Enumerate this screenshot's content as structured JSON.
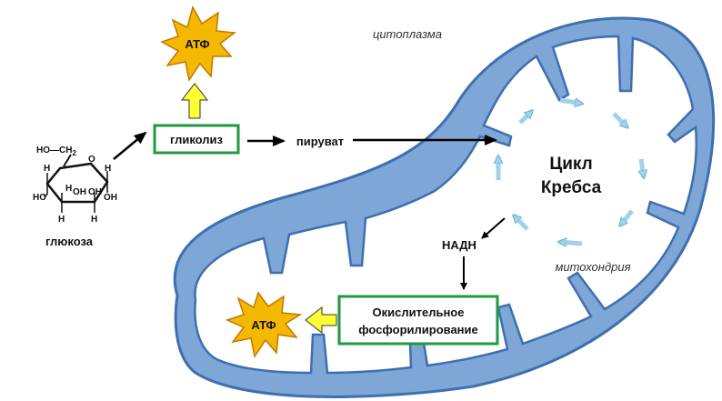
{
  "labels": {
    "cytoplasm": "цитоплазма",
    "mitochondrion": "митохондрия",
    "glucose": "глюкоза",
    "glycolysis": "гликолиз",
    "pyruvate": "пируват",
    "krebs_line1": "Цикл",
    "krebs_line2": "Кребса",
    "nadh": "НАДН",
    "oxidative_line1": "Окислительное",
    "oxidative_line2": "фосфорилирование",
    "atp_top": "АТФ",
    "atp_bottom": "АТФ"
  },
  "glucose_structure": {
    "ch2_group": "HO—CH",
    "ch2_subscript": "2",
    "ring_oxygen": "O",
    "hydrogens": [
      "H",
      "H",
      "H",
      "H",
      "H"
    ],
    "hydroxyls": [
      "HO",
      "OH",
      "OH",
      "OH"
    ]
  },
  "colors": {
    "mitochondrion_fill": "#7ea6d6",
    "mitochondrion_stroke": "#3e6fb0",
    "box_border": "#1f9a3e",
    "atp_star_fill": "#f5b800",
    "atp_star_stroke": "#c07800",
    "yellow_arrow": "#ffff33",
    "cycle_arrow": "#9fd3ec"
  }
}
